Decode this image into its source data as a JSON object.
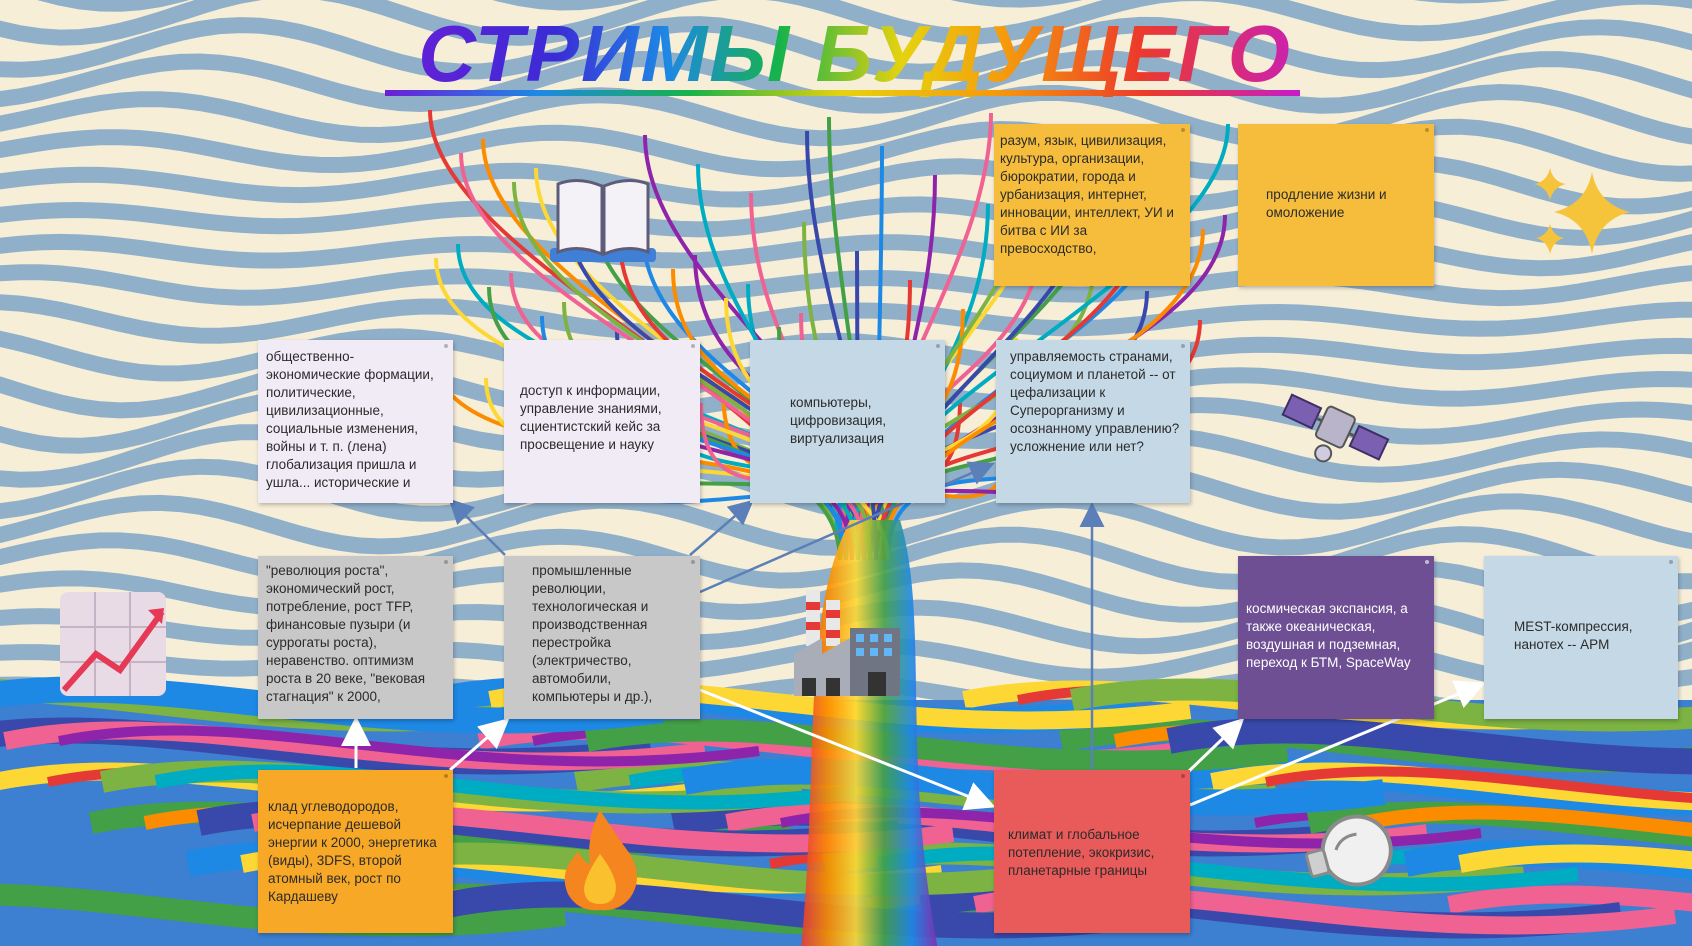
{
  "title": "СТРИМЫ БУДУЩЕГО",
  "notes": {
    "social_formations": "общественно-экономические формации, политические, цивилизационные, социальные изменения, войны и т. п. (лена) глобализация пришла и ушла... исторические и",
    "information_access": "доступ к информации, управление знаниями, сциентистский кейс за просвещение и науку",
    "computers": "компьютеры, цифровизация, виртуализация",
    "governance": "управляемость странами, социумом и планетой -- от цефализации к Суперорганизму и осознанному управлению? усложнение или нет?",
    "mind_language": "разум, язык, цивилизация, культура, организации, бюрократии, города и урбанизация, интернет, инновации, интеллект, УИ и битва с ИИ за превосходство,",
    "life_extension": "продление жизни и омоложение",
    "growth_revolution": "\"революция роста\", экономический рост, потребление, рост TFP, финансовые пузыри (и суррогаты роста), неравенство. оптимизм роста в 20 веке, \"вековая стагнация\" к 2000,",
    "industrial_revolutions": "промышленные революции, технологическая и производственная перестройка (электричество, автомобили, компьютеры и др.),",
    "space_expansion": "космическая экспансия, а также океаническая, воздушная и подземная, переход к БТМ, SpaceWay",
    "mest_compression": "MEST-компрессия, нанотех -- APM",
    "hydrocarbons": "клад углеводородов, исчерпание дешевой энергии к 2000, энергетика (виды), 3DFS, второй атомный век, рост по Кардашеву",
    "climate": "климат и глобальное потепление, экокризис, планетарные границы"
  },
  "icons": [
    "book-icon",
    "sparkles-icon",
    "satellite-icon",
    "chart-icon",
    "factory-icon",
    "fire-icon",
    "lightbulb-icon"
  ],
  "colors": {
    "lavender": "#f1ebf6",
    "blue": "#c5d8e6",
    "gray": "#c8c8c8",
    "yellow": "#f6bd3c",
    "orange": "#f7a826",
    "red": "#e95a5a",
    "purple": "#6e4f93",
    "arrow_blue": "#5b7fb8",
    "arrow_white": "#ffffff"
  }
}
